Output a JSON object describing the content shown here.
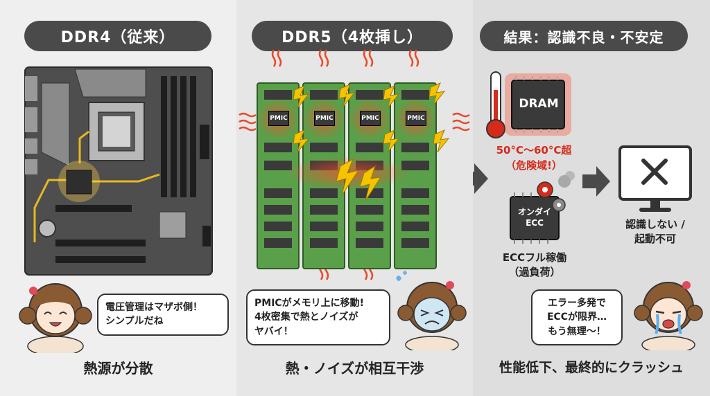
{
  "panels": {
    "ddr4": {
      "title": "DDR4（従来）",
      "bubble": [
        "電圧管理はマザボ側！",
        "シンプルだね"
      ],
      "caption": "熱源が分散"
    },
    "ddr5": {
      "title": "DDR5（4枚挿し）",
      "chip_label": "PMIC",
      "bubble": [
        "PMICがメモリ上に移動!",
        "4枚密集で熱とノイズが",
        "ヤバイ！"
      ],
      "caption": "熱・ノイズが相互干渉"
    },
    "result": {
      "title": "結果：認識不良・不安定",
      "dram_label": "DRAM",
      "temp_text": "50°C〜60°C超",
      "temp_note": "（危険域!）",
      "ecc_chip_label": [
        "オンダイ",
        "ECC"
      ],
      "ecc_text": [
        "ECCフル稼働",
        "（過負荷）"
      ],
      "monitor_text": [
        "認識しない /",
        "起動不可"
      ],
      "bubble": [
        "エラー多発で",
        "ECCが限界…",
        "もう無理〜！"
      ],
      "caption": "性能低下、最終的にクラッシュ"
    }
  },
  "colors": {
    "pill": "#4a4a4a",
    "pcb": "#5aa04a",
    "heat": "#e84a2a",
    "bolt": "#f5c400",
    "accent_red": "#d62a1a"
  }
}
